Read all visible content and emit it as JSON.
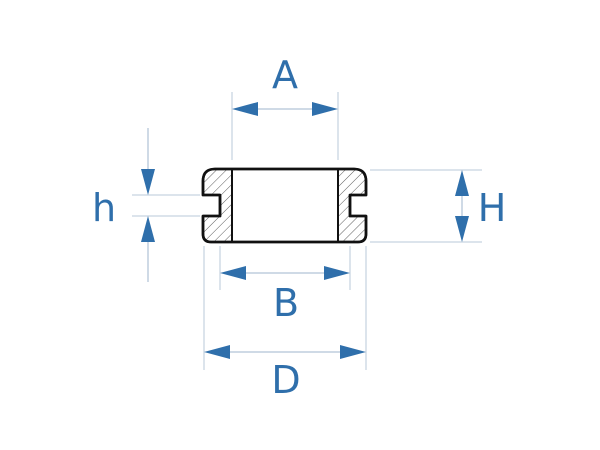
{
  "labels": {
    "A": "A",
    "B": "B",
    "D": "D",
    "H": "H",
    "h": "h"
  },
  "colors": {
    "dimension": "#2f6fab",
    "outline": "#111111",
    "extension_lines": "#b8c8d8"
  }
}
